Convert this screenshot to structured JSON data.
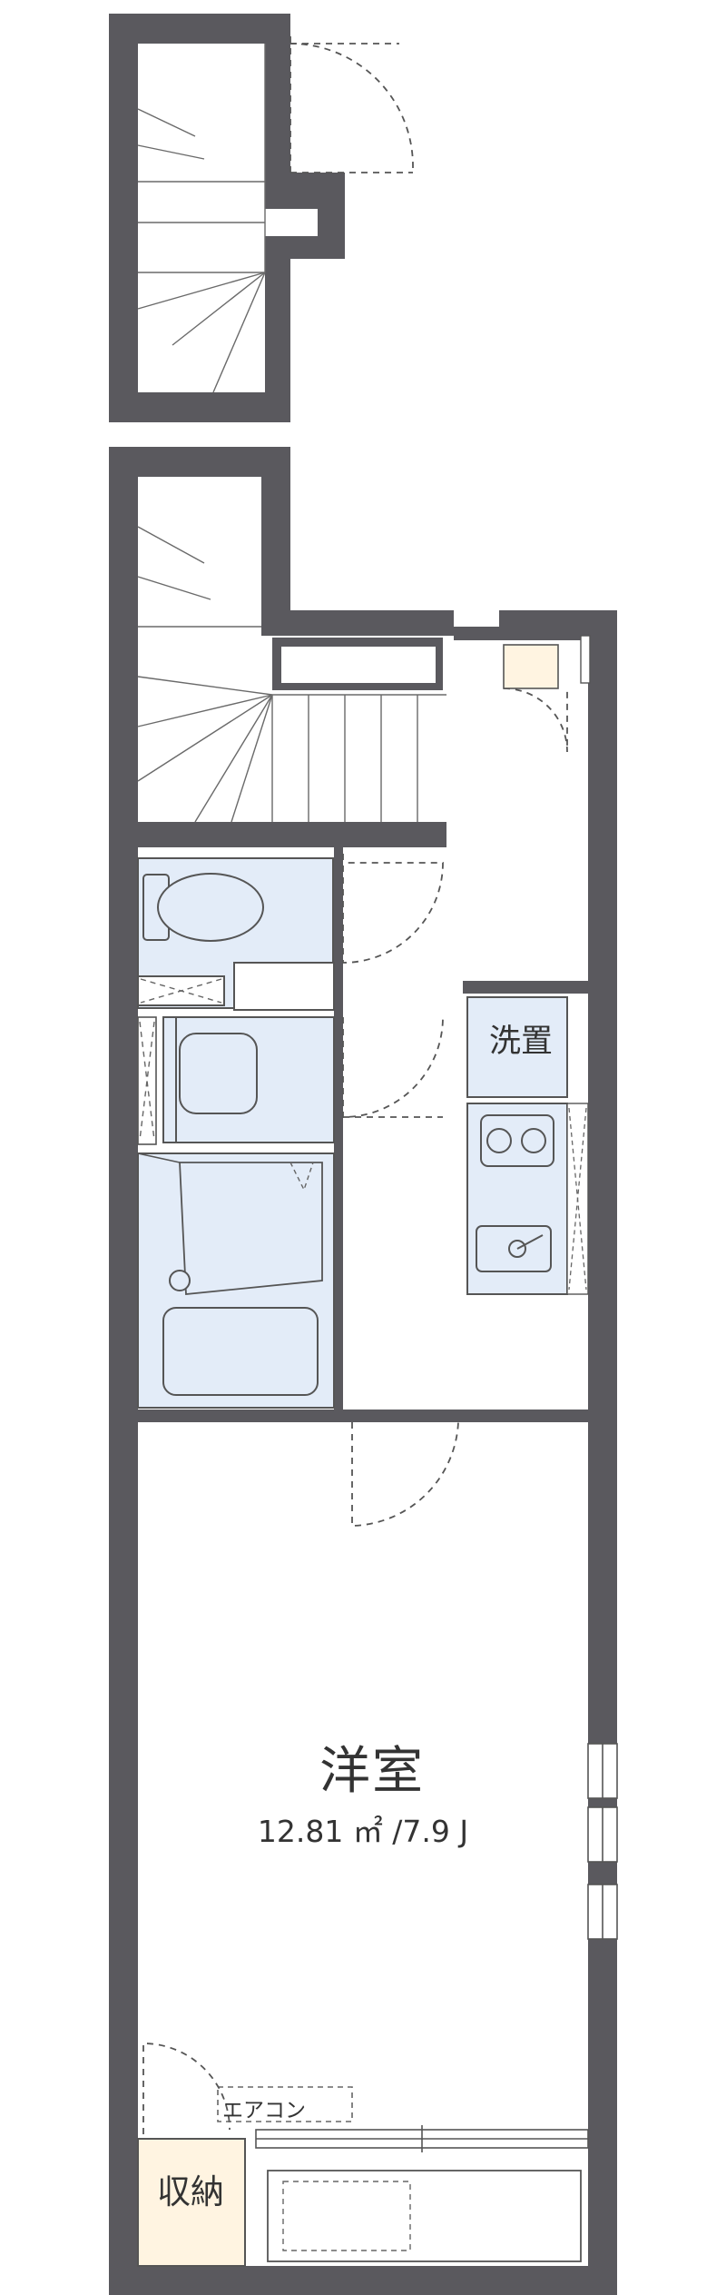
{
  "rooms": {
    "western_room": {
      "name": "洋室",
      "area": "12.81 ㎡ /7.9 J"
    },
    "washer_space": "洗置",
    "air_conditioner": "エアコン",
    "storage": "収納"
  },
  "colors": {
    "wall": "#5a595e",
    "wet_area": "#e3ecf8",
    "storage_fill": "#fff4e1",
    "line": "#555555",
    "background": "#ffffff"
  }
}
